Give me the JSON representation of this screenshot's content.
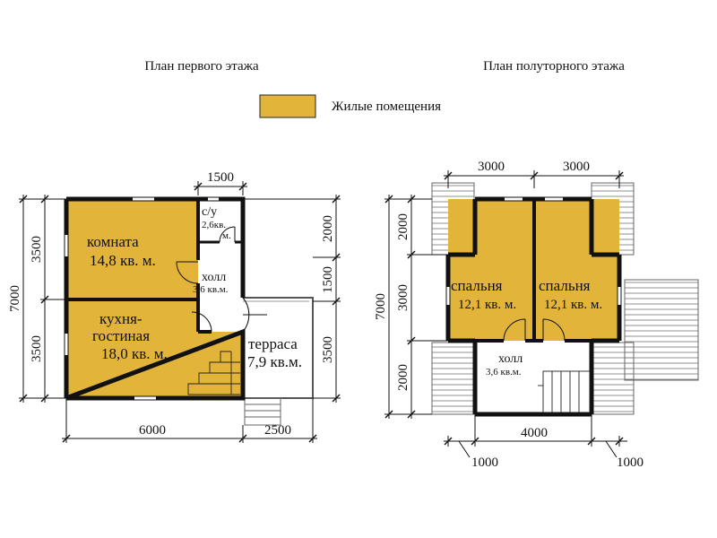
{
  "titles": {
    "first_floor": "План первого этажа",
    "attic_floor": "План полуторного этажа"
  },
  "legend": {
    "label": "Жилые помещения",
    "color": "#e2b53a"
  },
  "colors": {
    "living": "#e2b53a",
    "wall": "#111111",
    "window": "#c9c9c9"
  },
  "first_floor": {
    "dims": {
      "bath_width": "1500",
      "left_top": "3500",
      "left_total": "7000",
      "left_bottom": "3500",
      "right_top": "2000",
      "right_mid": "1500",
      "right_bottom": "3500",
      "bottom_left": "6000",
      "bottom_right": "2500"
    },
    "rooms": {
      "room_name": "комната",
      "room_area": "14,8 кв. м.",
      "bath_name": "с/у",
      "bath_area_1": "2,6кв.",
      "bath_area_2": "м.",
      "hall_name": "холл",
      "hall_area": "3,6 кв.м.",
      "kitchen_name_1": "кухня-",
      "kitchen_name_2": "гостиная",
      "kitchen_area": "18,0 кв. м.",
      "terrace_name": "терраса",
      "terrace_area": "7,9 кв.м."
    }
  },
  "attic_floor": {
    "dims": {
      "top_left": "3000",
      "top_right": "3000",
      "left_top": "2000",
      "left_total": "7000",
      "left_mid": "3000",
      "left_bottom": "2000",
      "bottom_mid": "4000",
      "bottom_left": "1000",
      "bottom_right": "1000"
    },
    "rooms": {
      "bed1_name": "спальня",
      "bed1_area": "12,1 кв. м.",
      "bed2_name": "спальня",
      "bed2_area": "12,1 кв. м.",
      "hall_name": "холл",
      "hall_area": "3,6 кв.м."
    }
  }
}
